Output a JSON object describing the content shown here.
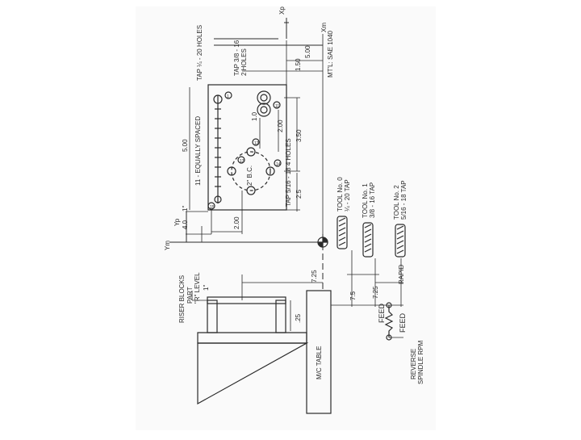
{
  "part_view": {
    "tap_quarter": "TAP ¼ - 20 HOLES",
    "tap_three_eighths_l1": "TAP 3/8 - 16",
    "tap_three_eighths_l2": "2 HOLES",
    "tap_five_sixteenths": "TAP 5/16 - 18  4 HOLES",
    "equally_spaced": "11 - EQUALLY SPACED",
    "bolt_circle": "2\" B.C.",
    "dim_500": "5.00",
    "dim_1in": "1\"",
    "dim_40": "4.0",
    "dim_200_left": "2.00",
    "dim_25": "2.5",
    "dim_350": "3.50",
    "dim_200_mid": "2.00",
    "dim_10": "1.0",
    "dim_150": "1.50",
    "dim_500_top": "5.00",
    "material": "MT'L: SAE 1040",
    "axis_xp": "Xp",
    "axis_xm": "Xm",
    "axis_yp": "Yp",
    "axis_ym": "Ym",
    "hole_labels": [
      "1",
      "11",
      "12",
      "13",
      "14",
      "15",
      "16",
      "17"
    ]
  },
  "tools": {
    "tool0_l1": "TOOL No. 0",
    "tool0_l2": "¼ - 20 TAP",
    "tool1_l1": "TOOL No. 1",
    "tool1_l2": "3/8 - 16 TAP",
    "tool2_l1": "TOOL No. 2",
    "tool2_l2": "5/16 - 18 TAP"
  },
  "side_view": {
    "riser_blocks": "RISER BLOCKS",
    "part": "PART",
    "r_level": "\"R\" LEVEL",
    "dim_1in": "1\"",
    "dim_725_a": "7.25",
    "dim_75": "7.5",
    "dim_725_b": "7.25",
    "dim_25": ".25",
    "mc_table": "M/C TABLE",
    "feed_a": "FEED",
    "feed_b": "FEED",
    "rapid": "RAPID",
    "reverse": "REVERSE",
    "spindle_rpm": "SPINDLE RPM"
  }
}
